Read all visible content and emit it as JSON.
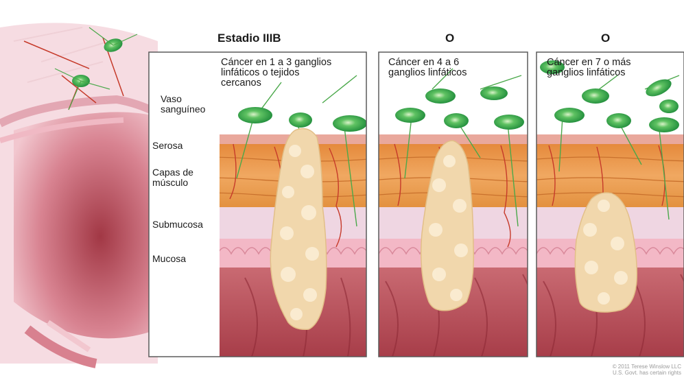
{
  "panels": [
    {
      "heading": "Estadio IIIB",
      "text": "Cáncer en 1 a 3 ganglios\nlinfáticos o tejidos\ncercanos"
    },
    {
      "heading": "O",
      "text": "Cáncer en 4 a 6\nganglios linfáticos"
    },
    {
      "heading": "O",
      "text": "Cáncer en 7 o más\nganglios linfáticos"
    }
  ],
  "labels": {
    "blood_vessel": "Vaso\nsanguíneo",
    "serosa": "Serosa",
    "muscle": "Capas de\nmúsculo",
    "submucosa": "Submucosa",
    "mucosa": "Mucosa"
  },
  "credit": "© 2011 Terese Winslow LLC\nU.S. Govt. has certain rights",
  "colors": {
    "panel_border": "#5a5a5a",
    "serosa": "#e9a89c",
    "muscle": "#e79a4e",
    "submucosa": "#efd6e2",
    "mucosa": "#f3b8c6",
    "lumen": "#b94a55",
    "lymph_node": "#2ea84a",
    "tumor": "#f1d7ac",
    "blood_vessel": "#c63a2a"
  }
}
